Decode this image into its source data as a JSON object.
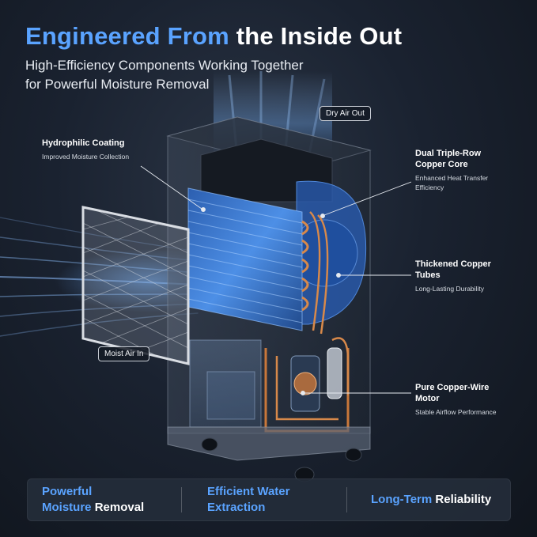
{
  "header": {
    "title_part1": "Engineered From",
    "title_part2": "the Inside Out",
    "subtitle_line1": "High-Efficiency Components Working Together",
    "subtitle_line2": "for Powerful Moisture Removal"
  },
  "labels": {
    "dry_air_out": "Dry Air Out",
    "moist_air_in": "Moist Air In"
  },
  "callouts": {
    "hydrophilic": {
      "title": "Hydrophilic Coating",
      "sub": "Improved Moisture Collection"
    },
    "copper_core": {
      "title_line1": "Dual Triple-Row",
      "title_line2": "Copper Core",
      "sub_line1": "Enhanced Heat Transfer",
      "sub_line2": "Efficiency"
    },
    "copper_tubes": {
      "title_line1": "Thickened Copper",
      "title_line2": "Tubes",
      "sub": "Long-Lasting Durability"
    },
    "motor": {
      "title_line1": "Pure Copper-Wire",
      "title_line2": "Motor",
      "sub": "Stable Airflow Performance"
    }
  },
  "features": [
    {
      "line1": "Powerful",
      "line2_a": "Moisture",
      "line2_b": "Removal"
    },
    {
      "line1": "Efficient Water",
      "line2": "Extraction"
    },
    {
      "part_a": "Long-Term",
      "part_b": "Reliability"
    }
  ],
  "colors": {
    "accent": "#5aa3ff",
    "copper": "#c9773a",
    "coil": "#3f7fd6"
  }
}
